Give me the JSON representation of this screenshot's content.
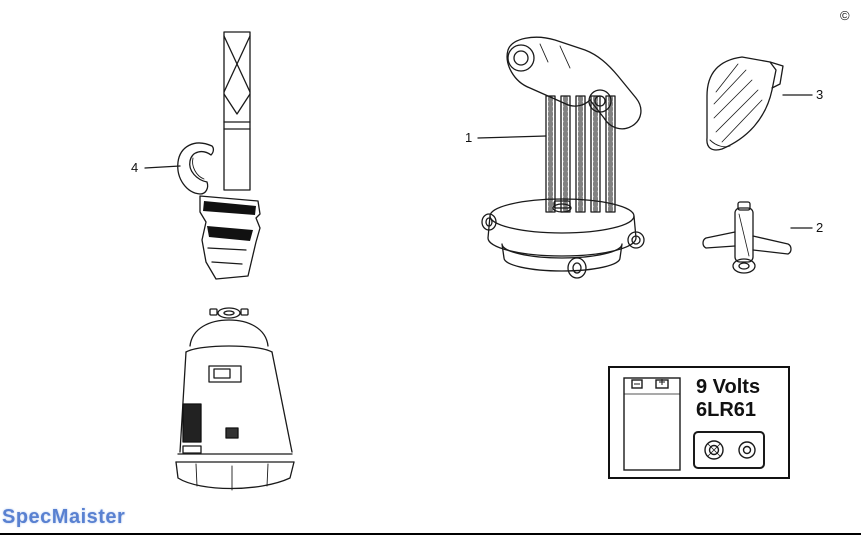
{
  "diagram": {
    "copyright_symbol": "©",
    "watermark": "SpecMaister",
    "callouts": [
      {
        "number": "1"
      },
      {
        "number": "2"
      },
      {
        "number": "3"
      },
      {
        "number": "4"
      }
    ],
    "battery_box": {
      "voltage": "9 Volts",
      "battery_type": "6LR61"
    }
  }
}
